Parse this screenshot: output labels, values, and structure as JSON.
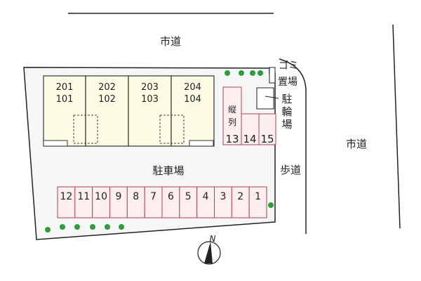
{
  "roads": {
    "top": "市道",
    "right": "市道",
    "sidewalk": "歩道"
  },
  "lot": {
    "parking_label": "駐車場",
    "garbage_label": [
      "ゴミ",
      "置場"
    ],
    "bike_label": [
      "駐",
      "輪",
      "場"
    ]
  },
  "units": [
    {
      "upper": "201",
      "lower": "101"
    },
    {
      "upper": "202",
      "lower": "102"
    },
    {
      "upper": "203",
      "lower": "103"
    },
    {
      "upper": "204",
      "lower": "104"
    }
  ],
  "parking_row": [
    "12",
    "11",
    "10",
    "9",
    "8",
    "7",
    "6",
    "5",
    "4",
    "3",
    "2",
    "1"
  ],
  "tandem": {
    "label": [
      "縦",
      "列"
    ],
    "slots": [
      "13",
      "14",
      "15"
    ]
  },
  "compass": {
    "label": "N"
  },
  "colors": {
    "tree": "#2e9e3a",
    "slot_border": "#b04455",
    "slot_fill": "#fdeef0",
    "building": "#fcfbe4"
  }
}
